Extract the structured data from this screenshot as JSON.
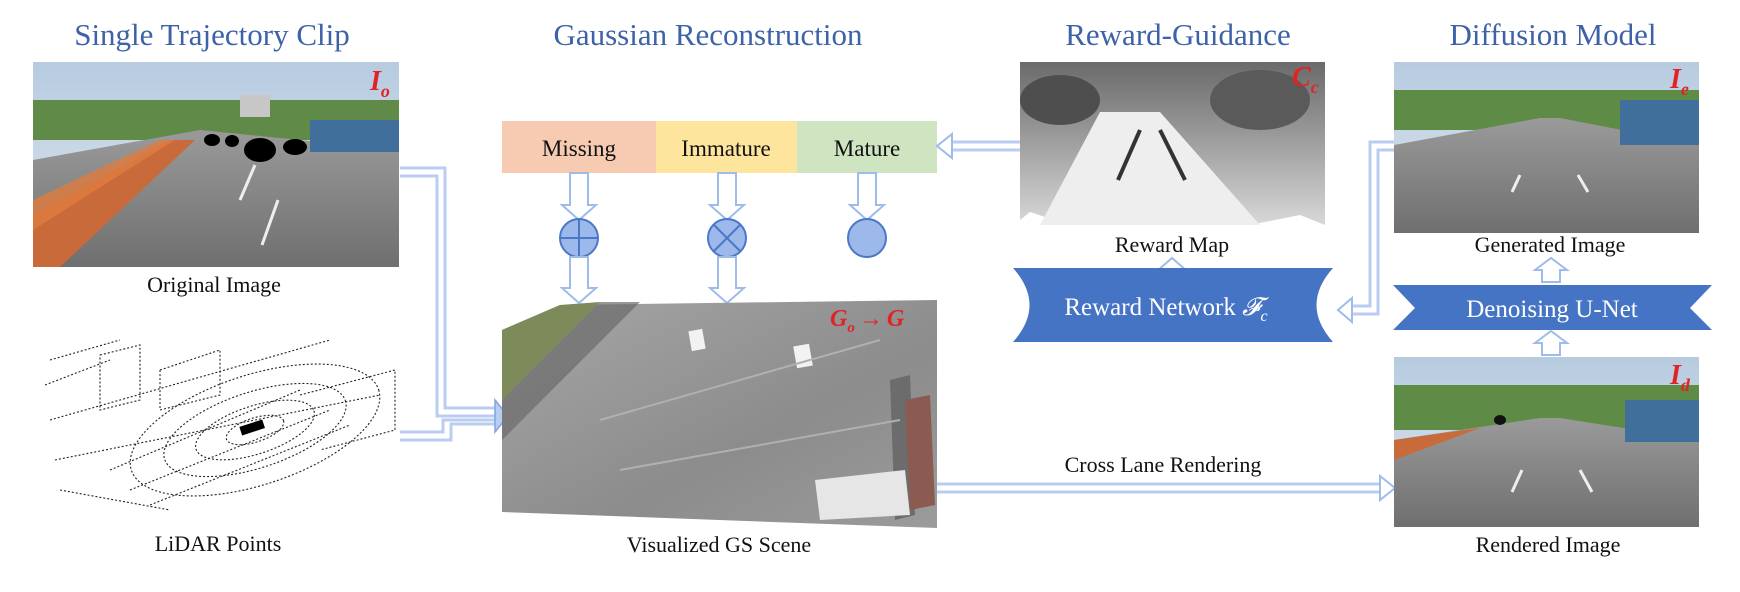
{
  "sections": {
    "trajectory_clip": "Single Trajectory Clip",
    "gaussian_reconstruction": "Gaussian Reconstruction",
    "reward_guidance": "Reward-Guidance",
    "diffusion_model": "Diffusion Model"
  },
  "captions": {
    "original_image": "Original Image",
    "lidar_points": "LiDAR Points",
    "gs_scene": "Visualized GS Scene",
    "reward_map": "Reward Map",
    "generated_image": "Generated Image",
    "rendered_image": "Rendered Image",
    "cross_lane": "Cross Lane Rendering"
  },
  "tags": {
    "original": "I",
    "original_sub": "o",
    "reward": "C",
    "reward_sub": "c",
    "generated": "I",
    "generated_sub": "e",
    "rendered": "I",
    "rendered_sub": "d",
    "gs_from": "G",
    "gs_from_sub": "o",
    "gs_arrow": "→",
    "gs_to": "G"
  },
  "maturity": {
    "missing": "Missing",
    "immature": "Immature",
    "mature": "Mature"
  },
  "modules": {
    "reward_network": "Reward Network ",
    "reward_network_symbol": "𝓕",
    "reward_network_sub": "c",
    "denoising_unet": "Denoising U-Net"
  },
  "colors": {
    "title_blue": "#3e62a8",
    "module_blue": "#4574c4",
    "arrow_blue": "#b9cdf0",
    "op_fill": "#9db8ea",
    "op_stroke": "#4a78c6",
    "missing": "#f6cbb2",
    "immature": "#fde59e",
    "mature": "#cfe4c0",
    "tag_red": "#e02424"
  }
}
